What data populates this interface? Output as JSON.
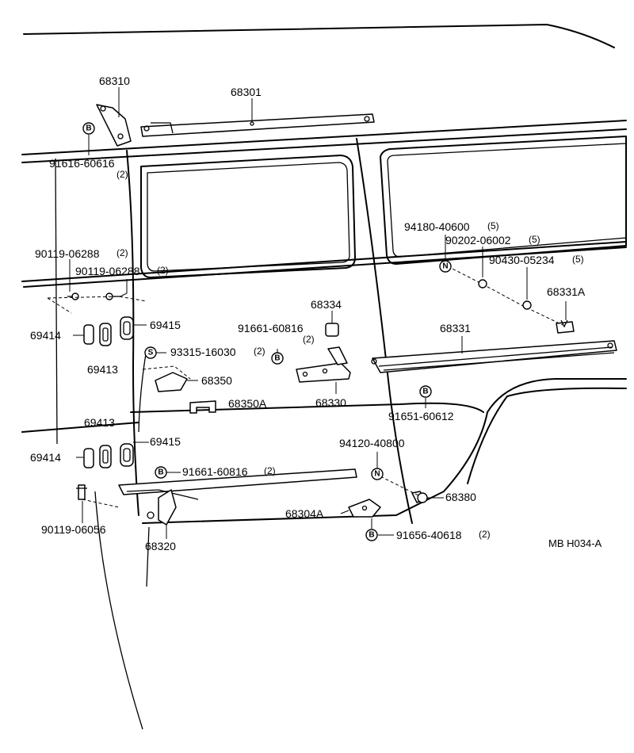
{
  "labels": {
    "p68310": "68310",
    "p68301": "68301",
    "p91616_60616": "91616-60616",
    "p91616_60616_qty": "(2)",
    "p90119_06288_a": "90119-06288",
    "p90119_06288_a_qty": "(2)",
    "p90119_06288_b": "90119-06288",
    "p90119_06288_b_qty": "(2)",
    "p69414_a": "69414",
    "p69413_a": "69413",
    "p69415_a": "69415",
    "p93315_16030": "93315-16030",
    "p93315_16030_qty": "(2)",
    "p68350": "68350",
    "p68350A": "68350A",
    "p68334": "68334",
    "p91661_60816_a": "91661-60816",
    "p91661_60816_a_qty": "(2)",
    "p68330": "68330",
    "p94180_40600": "94180-40600",
    "p94180_40600_qty": "(5)",
    "p90202_06002": "90202-06002",
    "p90202_06002_qty": "(5)",
    "p90430_05234": "90430-05234",
    "p90430_05234_qty": "(5)",
    "p68331A": "68331A",
    "p68331": "68331",
    "p91651_60612": "91651-60612",
    "p69413_b": "69413",
    "p69414_b": "69414",
    "p69415_b": "69415",
    "p91661_60816_b": "91661-60816",
    "p91661_60816_b_qty": "(2)",
    "p94120_40800": "94120-40800",
    "p68380": "68380",
    "p68304A": "68304A",
    "p91656_40618": "91656-40618",
    "p91656_40618_qty": "(2)",
    "p90119_06056": "90119-06056",
    "p68320": "68320"
  },
  "markers": {
    "bolt": "B",
    "nut": "N",
    "screw": "S"
  },
  "diagram_code": "MB H034-A"
}
